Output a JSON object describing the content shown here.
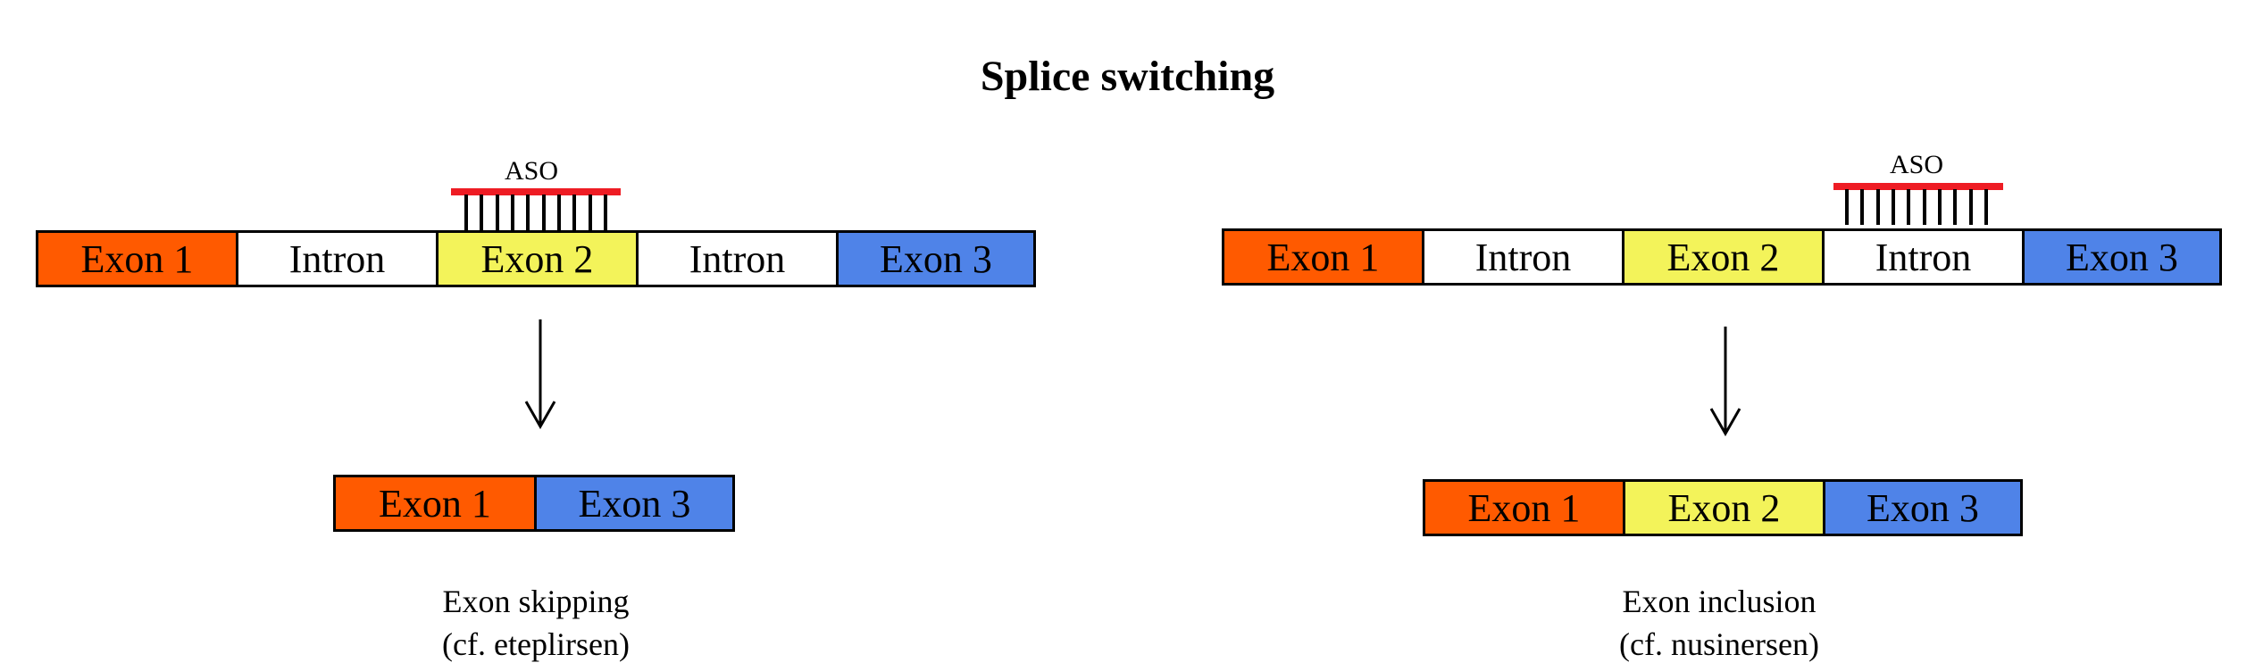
{
  "title": "Splice switching",
  "colors": {
    "exon1": "#ff5a00",
    "exon2": "#f3f35a",
    "exon3": "#4f83e8",
    "intron": "#ffffff",
    "aso": "#ee1c24"
  },
  "left": {
    "aso_label": "ASO",
    "pre_mrna": [
      {
        "label": "Exon 1",
        "kind": "exon1"
      },
      {
        "label": "Intron",
        "kind": "intron"
      },
      {
        "label": "Exon 2",
        "kind": "exon2"
      },
      {
        "label": "Intron",
        "kind": "intron"
      },
      {
        "label": "Exon 3",
        "kind": "exon3"
      }
    ],
    "mrna": [
      {
        "label": "Exon 1",
        "kind": "exon1"
      },
      {
        "label": "Exon 3",
        "kind": "exon3"
      }
    ],
    "caption_line1": "Exon skipping",
    "caption_line2": "(cf. eteplirsen)"
  },
  "right": {
    "aso_label": "ASO",
    "pre_mrna": [
      {
        "label": "Exon 1",
        "kind": "exon1"
      },
      {
        "label": "Intron",
        "kind": "intron"
      },
      {
        "label": "Exon 2",
        "kind": "exon2"
      },
      {
        "label": "Intron",
        "kind": "intron"
      },
      {
        "label": "Exon 3",
        "kind": "exon3"
      }
    ],
    "mrna": [
      {
        "label": "Exon 1",
        "kind": "exon1"
      },
      {
        "label": "Exon 2",
        "kind": "exon2"
      },
      {
        "label": "Exon 3",
        "kind": "exon3"
      }
    ],
    "caption_line1": "Exon inclusion",
    "caption_line2": "(cf. nusinersen)"
  }
}
